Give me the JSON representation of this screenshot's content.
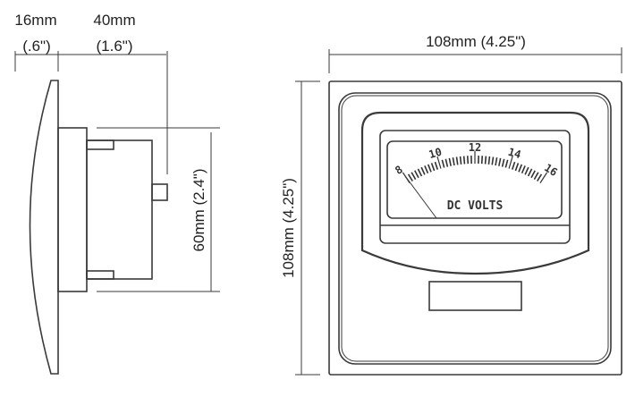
{
  "side_view": {
    "depth_front_mm": "16mm",
    "depth_front_in": "(.6\")",
    "depth_body_mm": "40mm",
    "depth_body_in": "(1.6\")",
    "body_height": "60mm (2.4\")"
  },
  "front_view": {
    "width": "108mm (4.25\")",
    "height": "108mm (4.25\")",
    "meter": {
      "scale_labels": [
        "8",
        "10",
        "12",
        "14",
        "16"
      ],
      "scale_min": 8,
      "scale_max": 16,
      "needle_value": 8,
      "unit_label": "DC VOLTS"
    }
  }
}
